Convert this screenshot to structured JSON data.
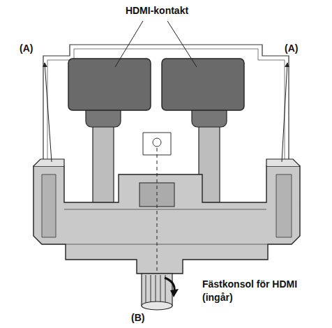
{
  "diagram": {
    "labels": [
      "HDMI-kontakt",
      "(A)",
      "(A)",
      "Fästkonsol för HDMI (ingår)",
      "(B)"
    ]
  }
}
